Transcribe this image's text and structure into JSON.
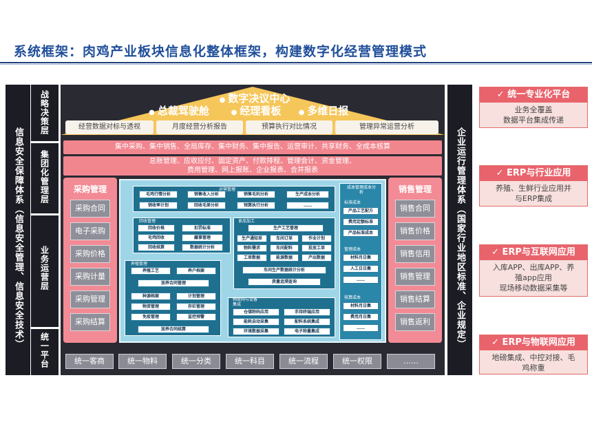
{
  "title": "系统框架：肉鸡产业板块信息化整体框架，构建数字化经营管理模式",
  "left_pillar": "信息安全保障体系（信息安全管理、信息安全技术）",
  "right_pillar": "企业运行管理体系（国家行业地区标准、企业规定）",
  "layers": {
    "strategy": "战略决策层",
    "group": "集团化管理层",
    "business": "业务运营层",
    "platform": "统一平台"
  },
  "roof": {
    "top": "数字决议中心",
    "items": [
      "总裁驾驶舱",
      "经理看板",
      "多维日报"
    ],
    "chips": [
      "经营数据对标与透视",
      "月度经营分析报告",
      "预算执行对比情况",
      "管理异常运营分析"
    ]
  },
  "group_bands": {
    "line1": "集中采购、集中销售、全局库存、集中财务、集中报告、运营审计、共享财务、全成本核算",
    "line2a": "总账管理、应收应付、固定资产、付款排程、管理会计、资金管理、",
    "line2b": "费用管理、网上报账、企业报表、合并报表"
  },
  "purchase": {
    "head": "采购管理",
    "items": [
      "采购合同",
      "电子采购",
      "采购价格",
      "采购计量",
      "采购管理",
      "采购结算"
    ]
  },
  "sales": {
    "head": "销售管理",
    "items": [
      "销售合同",
      "销售价格",
      "销售信用",
      "销售管理",
      "销售结算",
      "销售返利"
    ]
  },
  "core": {
    "ops_label": "运营管理",
    "ops_items": [
      "毛鸡行情分析",
      "销售收入分析",
      "销售毛利分析",
      "生产成本分析",
      "销收率计划",
      "回收毛差分析",
      "预算执行分析",
      "……"
    ],
    "recycle_label": "回收管理",
    "recycle_items": [
      "回收价格",
      "扣罚标准",
      "毛鸡回收",
      "藏事管理",
      "回收结算",
      "数据统计分析"
    ],
    "food_label": "食品加工",
    "food_items": [
      "生产工艺管理",
      "生产通知单",
      "车间订单",
      "作业计划",
      "物料需求",
      "车间配料",
      "投放工单",
      "工单数据",
      "能源数据",
      "产出数据",
      "车间生产数据统计分析",
      "质量追溯查询"
    ],
    "farm_label": "养殖管理",
    "farm_items": [
      "养殖工艺",
      "养户档案",
      "放养合同管理",
      "种源档案",
      "计划管理",
      "物资管理",
      "存栏管理",
      "免疫管理",
      "监控预警",
      "放养合同结算"
    ],
    "iot_label": "物联网与设备集成",
    "iot_items": [
      "仓储称码应用",
      "手持终端应用",
      "能耗自动采集",
      "配料系统集成",
      "环境数据采集",
      "电子称量集成"
    ],
    "cost_label": "成本管理成本分析",
    "cost_std": "标准成本",
    "cost_std_items": [
      "产品工艺配方",
      "费用定额标准",
      "产品标准成本"
    ],
    "cost_mgmt": "管理成本",
    "cost_mgmt_items": [
      "材料月日集",
      "人工日日集",
      "……"
    ],
    "cost_calc": "核算成本",
    "cost_calc_items": [
      "材料月日集",
      "费用月日集",
      "……"
    ]
  },
  "platform": [
    "统一客商",
    "统一物料",
    "统一分类",
    "统一科目",
    "统一流程",
    "统一权限",
    "……"
  ],
  "callouts": [
    {
      "head": "✓ 统一专业化平台",
      "body": "业务全覆盖\n数据平台集成传递"
    },
    {
      "head": "✓ ERP与行业应用",
      "body": "养殖、生鲜行业应用并\n与ERP集成"
    },
    {
      "head": "✓ ERP与互联网应用",
      "body": "入库APP、出库APP、养\n殖app应用\n现场移动数据采集等"
    },
    {
      "head": "✓ ERP与物联网应用",
      "body": "地磅集成、中控对接、毛\n鸡称重"
    }
  ],
  "colors": {
    "accent": "#e9636c",
    "core": "#1f6f8f",
    "dark": "#1c1c24",
    "title": "#1f4e9a"
  }
}
